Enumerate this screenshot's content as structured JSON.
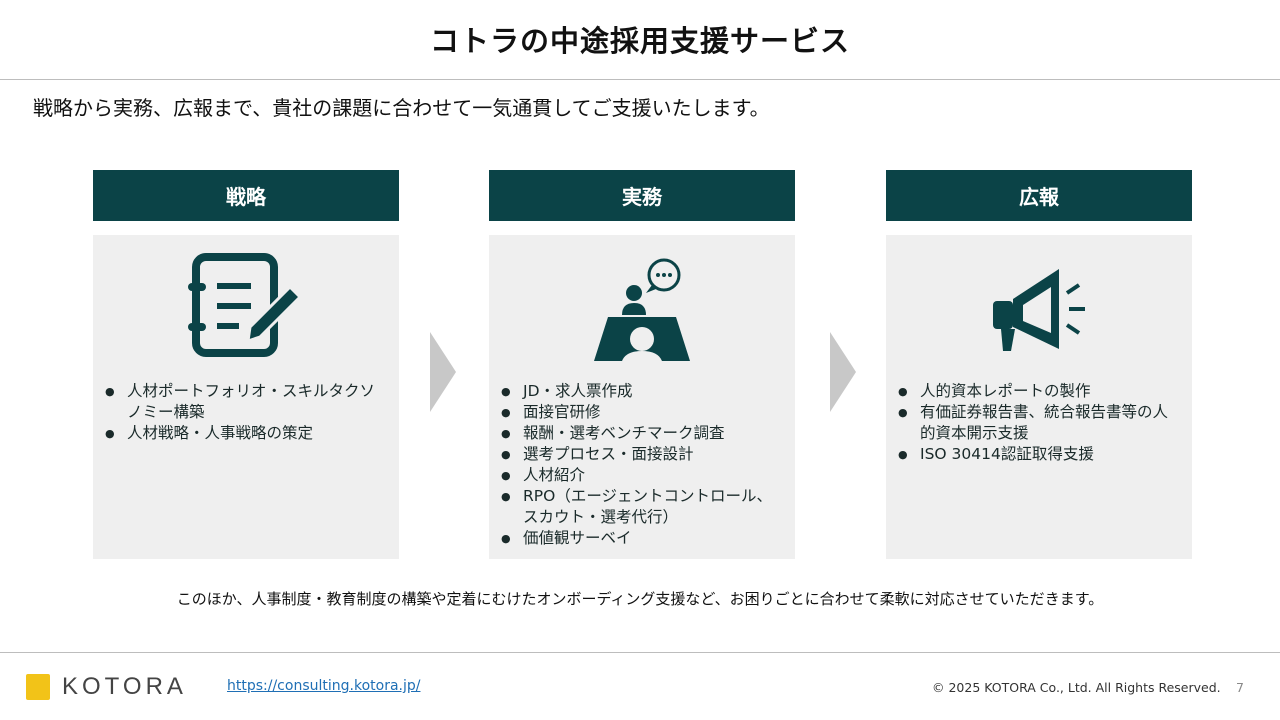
{
  "title": "コトラの中途採用支援サービス",
  "lead": "戦略から実務、広報まで、貴社の課題に合わせて一気通貫してご支援いたします。",
  "columns": [
    {
      "heading": "戦略",
      "icon": "notebook-pen-icon",
      "items": [
        "人材ポートフォリオ・スキルタクソノミー構築",
        "人材戦略・人事戦略の策定"
      ]
    },
    {
      "heading": "実務",
      "icon": "interview-icon",
      "items": [
        "JD・求人票作成",
        "面接官研修",
        "報酬・選考ベンチマーク調査",
        "選考プロセス・面接設計",
        "人材紹介",
        "RPO（エージェントコントロール、スカウト・選考代行）",
        "価値観サーベイ"
      ]
    },
    {
      "heading": "広報",
      "icon": "megaphone-icon",
      "items": [
        "人的資本レポートの製作",
        "有価証券報告書、統合報告書等の人的資本開示支援",
        "ISO 30414認証取得支援"
      ]
    }
  ],
  "note": "このほか、人事制度・教育制度の構築や定着にむけたオンボーディング支援など、お困りごとに合わせて柔軟に対応させていただきます。",
  "footer": {
    "logo": "KOTORA",
    "url": "https://consulting.kotora.jp/",
    "copyright": "© 2025 KOTORA Co., Ltd. All Rights Reserved.",
    "page": "7"
  },
  "colors": {
    "accent": "#0b4347",
    "panel": "#efefef"
  }
}
